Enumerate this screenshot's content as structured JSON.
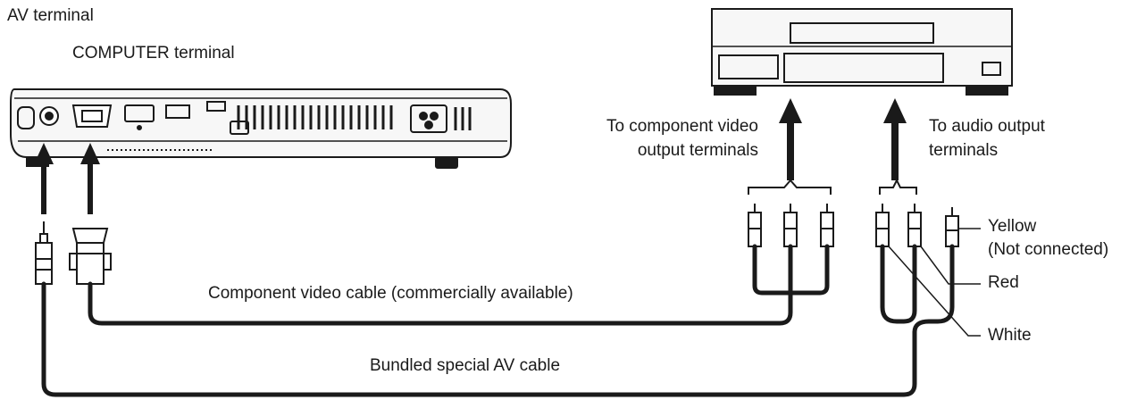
{
  "labels": {
    "av_terminal": "AV terminal",
    "computer_terminal": "COMPUTER terminal",
    "component_output_line1": "To component video",
    "component_output_line2": "output terminals",
    "audio_output_line1": "To audio output",
    "audio_output_line2": "terminals",
    "yellow_line1": "Yellow",
    "yellow_line2": "(Not connected)",
    "red": "Red",
    "white": "White",
    "component_cable": "Component video cable (commercially available)",
    "av_cable": "Bundled special AV cable"
  },
  "icons": {
    "projector": "projector-icon",
    "video_device": "video-device-icon",
    "av_plug": "minijack-plug-icon",
    "computer_plug": "d-sub-plug-icon",
    "rca_plug": "rca-plug-icon",
    "arrow": "arrow-up-icon"
  },
  "colors": {
    "line": "#1a1a1a",
    "background": "#ffffff",
    "fill_light": "#f4f4f4"
  }
}
